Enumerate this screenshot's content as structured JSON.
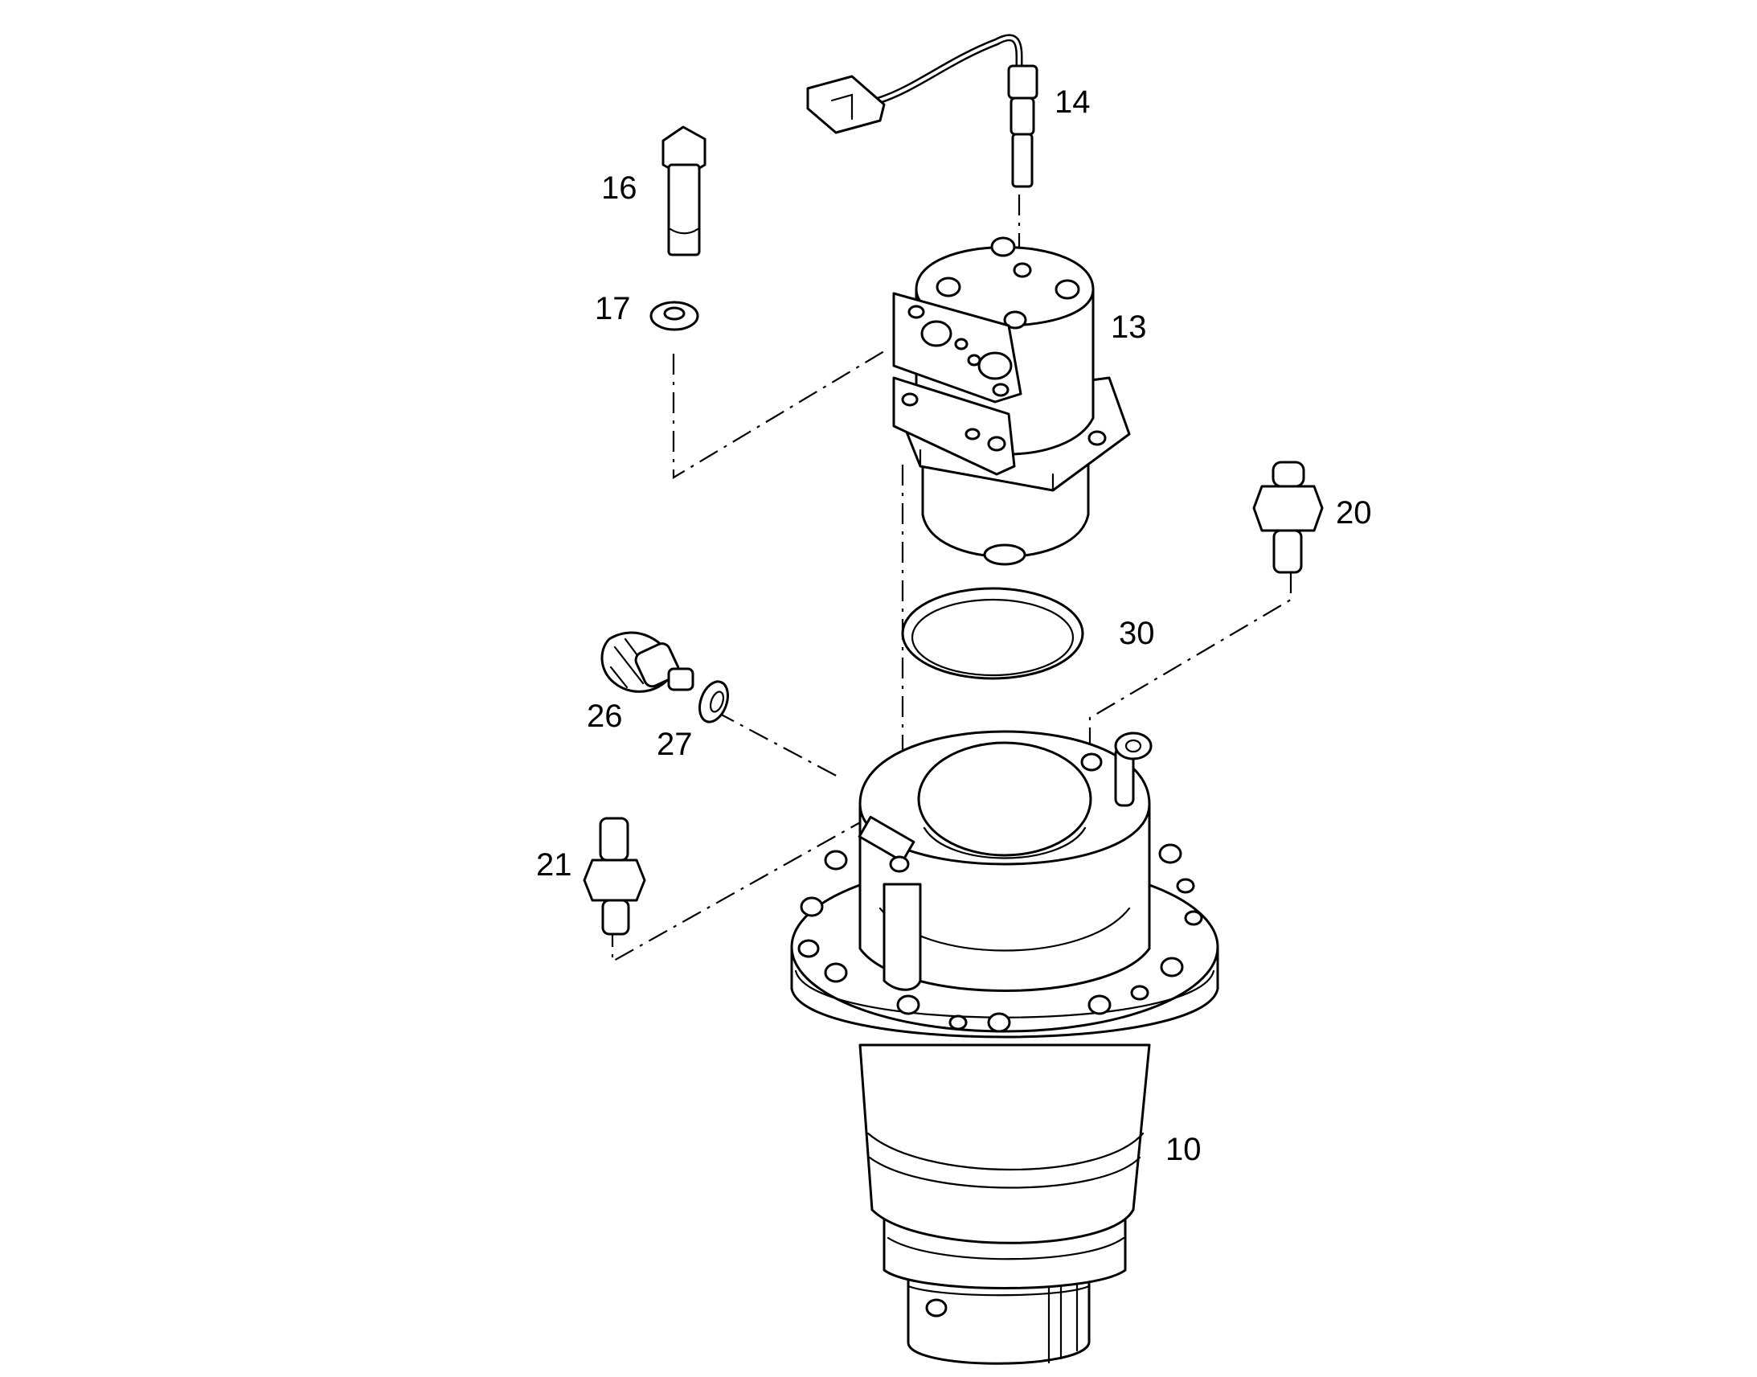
{
  "diagram": {
    "callouts": [
      {
        "id": "10",
        "label": "10"
      },
      {
        "id": "13",
        "label": "13"
      },
      {
        "id": "14",
        "label": "14"
      },
      {
        "id": "16",
        "label": "16"
      },
      {
        "id": "17",
        "label": "17"
      },
      {
        "id": "20",
        "label": "20"
      },
      {
        "id": "21",
        "label": "21"
      },
      {
        "id": "26",
        "label": "26"
      },
      {
        "id": "27",
        "label": "27"
      },
      {
        "id": "30",
        "label": "30"
      }
    ],
    "colors": {
      "line": "#000000",
      "background": "#ffffff"
    }
  }
}
